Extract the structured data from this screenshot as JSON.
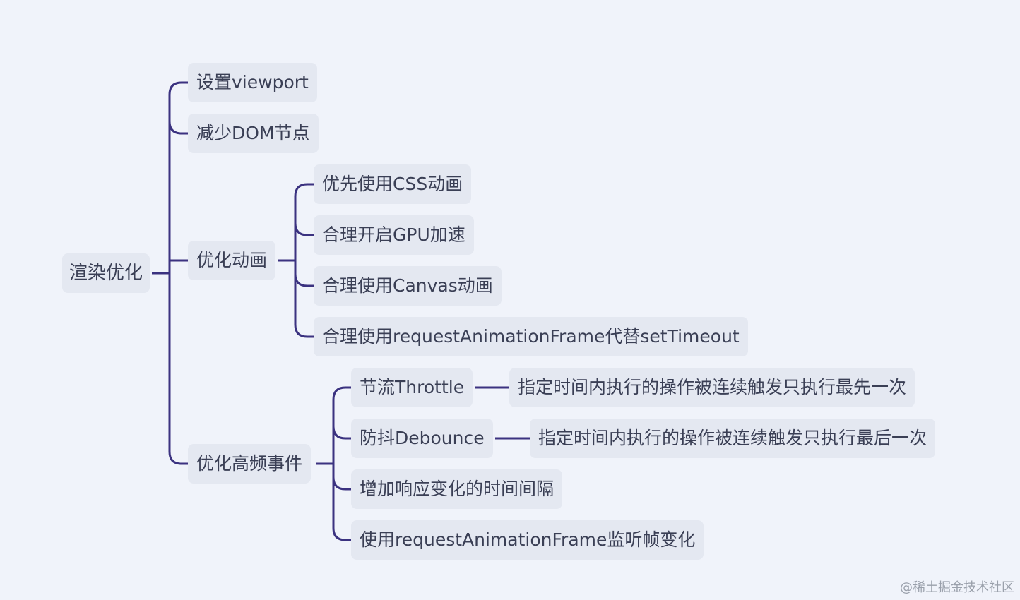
{
  "root": {
    "label": "渲染优化"
  },
  "branches": [
    {
      "label": "设置viewport",
      "children": []
    },
    {
      "label": "减少DOM节点",
      "children": []
    },
    {
      "label": "优化动画",
      "children": [
        {
          "label": "优先使用CSS动画"
        },
        {
          "label": "合理开启GPU加速"
        },
        {
          "label": "合理使用Canvas动画"
        },
        {
          "label": "合理使用requestAnimationFrame代替setTimeout"
        }
      ]
    },
    {
      "label": "优化高频事件",
      "children": [
        {
          "label": "节流Throttle",
          "detail": "指定时间内执行的操作被连续触发只执行最先一次"
        },
        {
          "label": "防抖Debounce",
          "detail": "指定时间内执行的操作被连续触发只执行最后一次"
        },
        {
          "label": "增加响应变化的时间间隔"
        },
        {
          "label": "使用requestAnimationFrame监听帧变化"
        }
      ]
    }
  ],
  "watermark": "@稀土掘金技术社区",
  "colors": {
    "line": "#3b3280",
    "node_bg": "#e4e8f1",
    "text": "#3a3f55",
    "background": "#f0f3fa"
  }
}
